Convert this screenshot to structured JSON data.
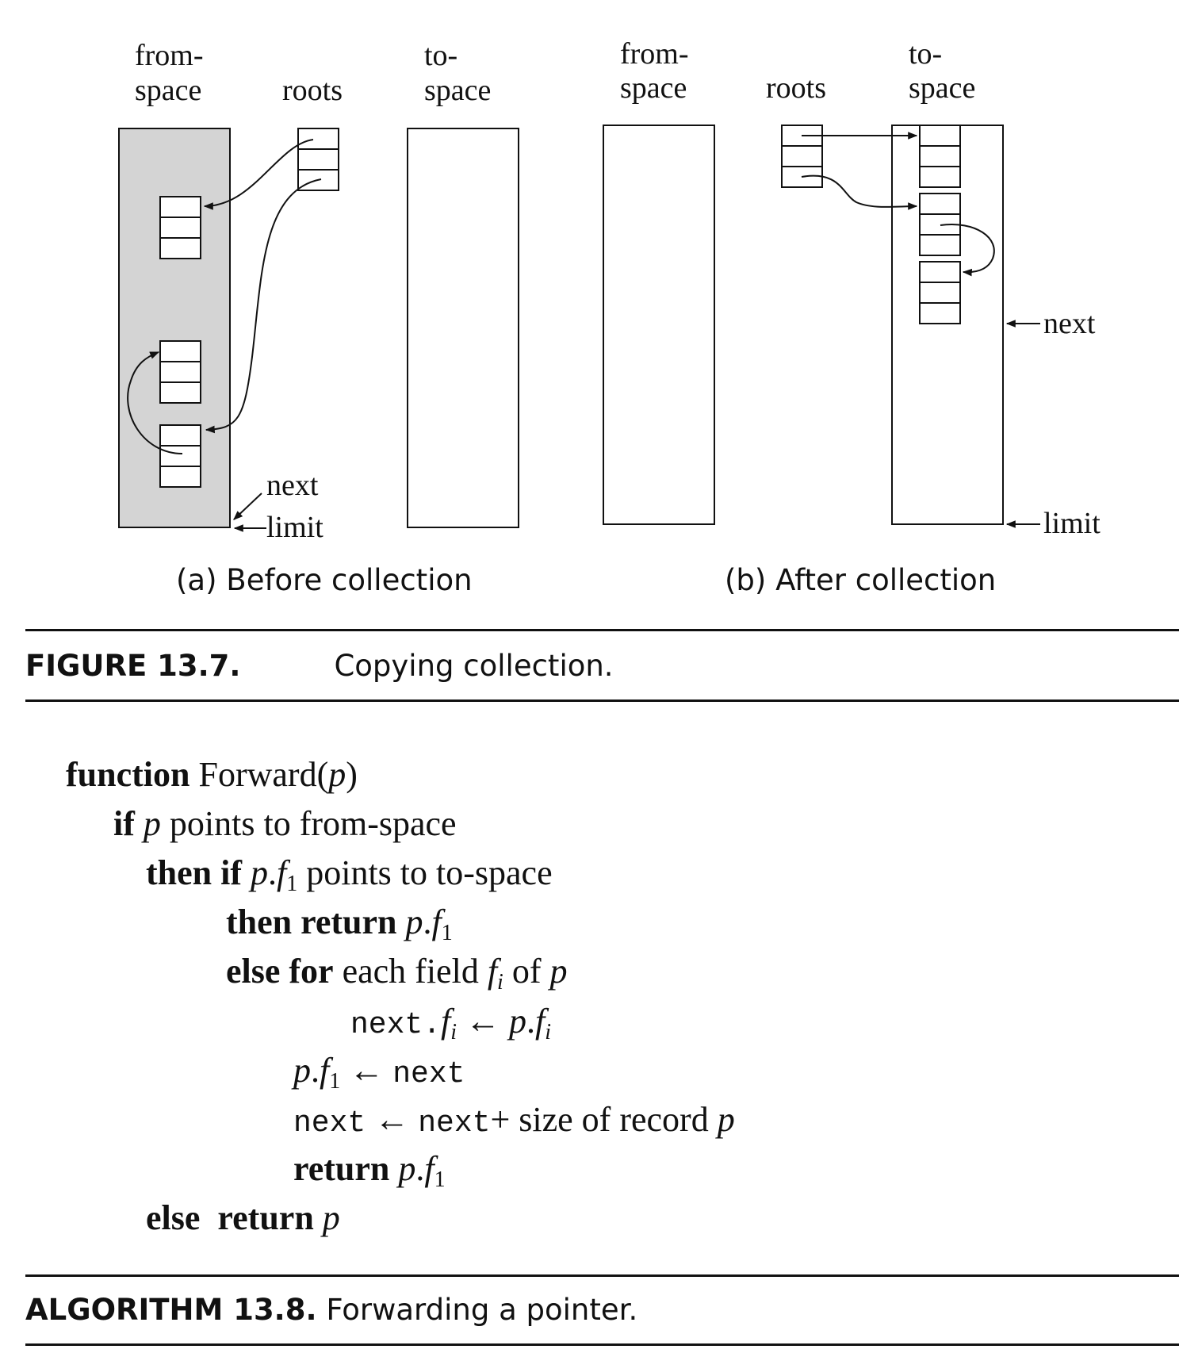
{
  "figure": {
    "panel_a": {
      "from_space_label": [
        "from-",
        "space"
      ],
      "roots_label": "roots",
      "to_space_label": [
        "to-",
        "space"
      ],
      "next_label": "next",
      "limit_label": "limit",
      "caption": "(a) Before collection"
    },
    "panel_b": {
      "from_space_label": [
        "from-",
        "space"
      ],
      "roots_label": "roots",
      "to_space_label": [
        "to-",
        "space"
      ],
      "next_label": "next",
      "limit_label": "limit",
      "caption": "(b) After collection"
    },
    "caption_label": "FIGURE 13.7.",
    "caption_text": "Copying collection.",
    "colors": {
      "from_space_fill": "#d4d4d4",
      "ink": "#111111"
    }
  },
  "algorithm": {
    "l1": {
      "kw": "function",
      "name": "Forward(",
      "p": "p",
      "close": ")"
    },
    "l2": {
      "kw": "if",
      "p": "p",
      "rest": "points to from-space"
    },
    "l3": {
      "kw": "then if",
      "p": "p",
      "dot": ".",
      "f": "f",
      "sub": "1",
      "rest": "points to to-space"
    },
    "l4": {
      "kw": "then return",
      "p": "p",
      "dot": ".",
      "f": "f",
      "sub": "1"
    },
    "l5": {
      "kw": "else for",
      "mid": "each field",
      "f": "f",
      "sub": "i",
      "of": "of",
      "p": "p"
    },
    "l6": {
      "next": "next.",
      "f": "f",
      "sub": "i",
      "arrow": "←",
      "p": "p",
      "dot": ".",
      "f2": "f",
      "sub2": "i"
    },
    "l7": {
      "p": "p",
      "dot": ".",
      "f": "f",
      "sub": "1",
      "arrow": "←",
      "next": "next"
    },
    "l8": {
      "next": "next",
      "arrow": "←",
      "next2": "next",
      "plus": "+",
      "rest": "size of record",
      "p": "p"
    },
    "l9": {
      "kw": "return",
      "p": "p",
      "dot": ".",
      "f": "f",
      "sub": "1"
    },
    "l10": {
      "kw": "else",
      "kw2": "return",
      "p": "p"
    },
    "caption_label": "ALGORITHM 13.8.",
    "caption_text": "Forwarding a pointer."
  }
}
